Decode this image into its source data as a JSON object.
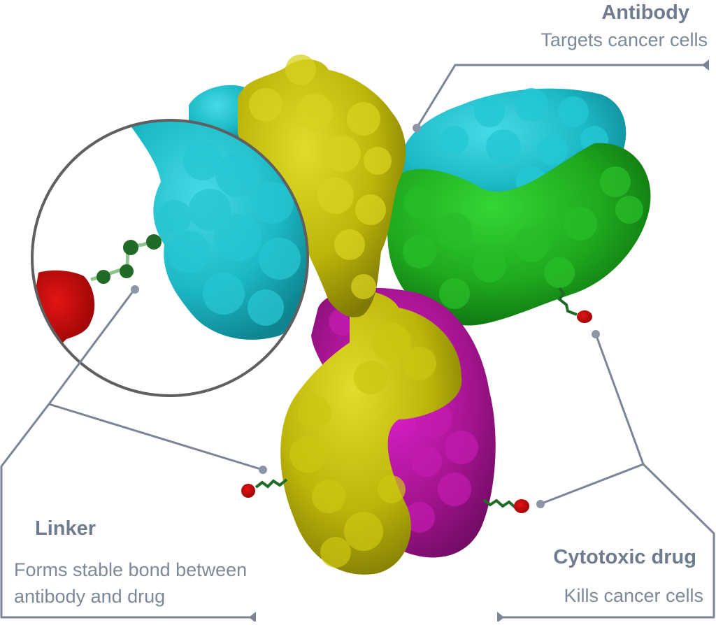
{
  "diagram": {
    "subject": "Antibody-drug conjugate",
    "colors": {
      "callout_line": "#7a8597",
      "label_title": "#6f7b8e",
      "label_desc": "#7d8899",
      "heavy_chain": "#c2bd0a",
      "heavy_chain_dark": "#8f8a06",
      "light_chain_cyan": "#1fbfcc",
      "light_chain_green": "#22b322",
      "light_chain_magenta": "#b3139f",
      "payload": "#cc0a0a",
      "linker": "#1f6f2a",
      "magnifier_ring": "#5f5f5f"
    },
    "callouts": [
      {
        "id": "antibody",
        "title": "Antibody",
        "description": "Targets cancer cells"
      },
      {
        "id": "linker",
        "title": "Linker",
        "description_lines": [
          "Forms stable bond between",
          "antibody and drug"
        ]
      },
      {
        "id": "cytotoxic-drug",
        "title": "Cytotoxic drug",
        "description": "Kills cancer cells"
      }
    ],
    "icons": {
      "magnifier": "magnifier-circle",
      "pointer_dot": "callout-dot",
      "arrow_end": "callout-arrowhead"
    }
  }
}
